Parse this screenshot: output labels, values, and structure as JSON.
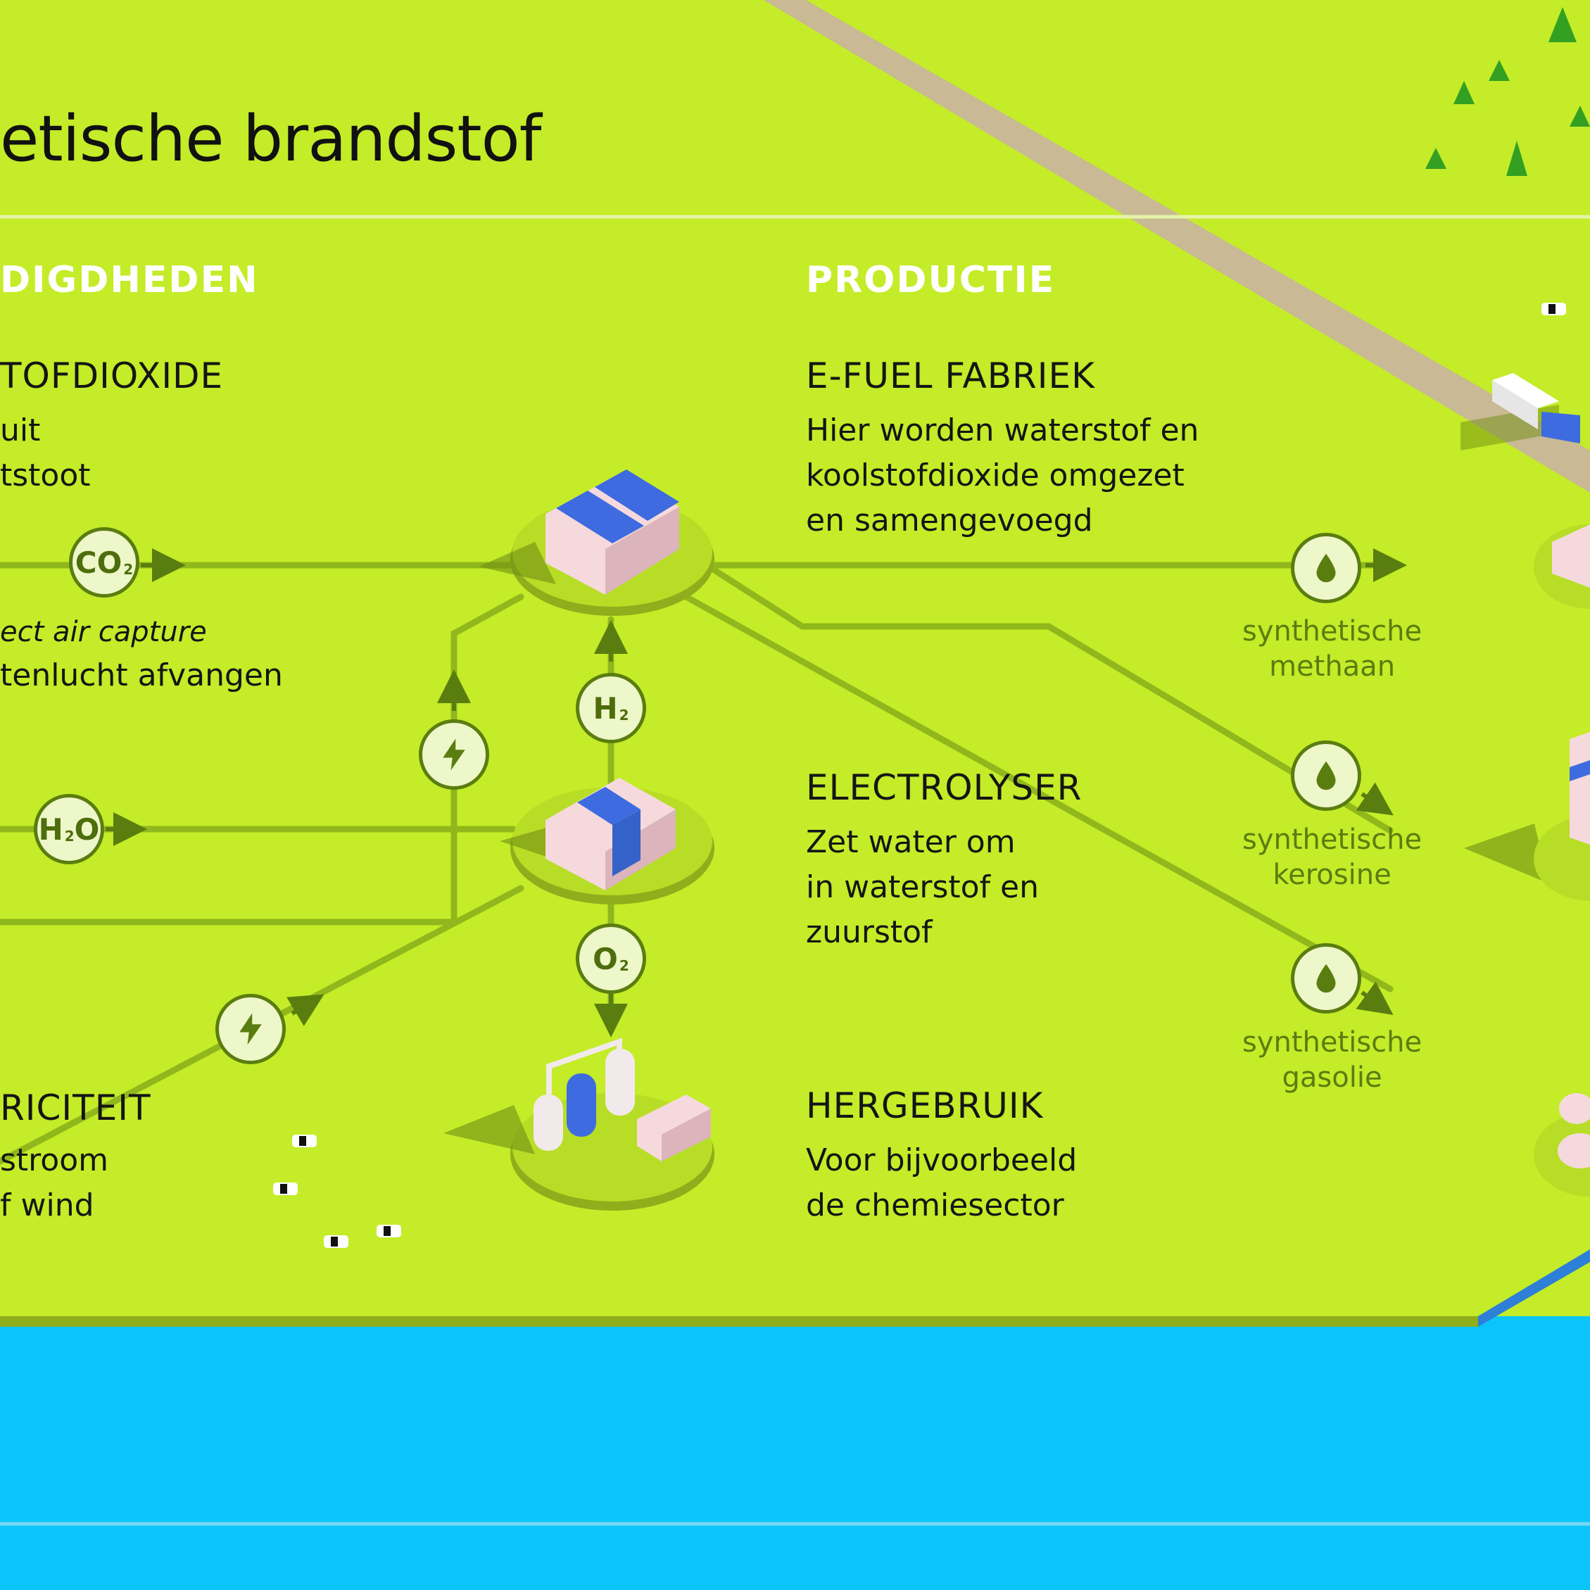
{
  "header": {
    "title": "etische brandstof"
  },
  "sections": {
    "left": "DIGDHEDEN",
    "right": "PRODUCTIE"
  },
  "left_column": {
    "co2": {
      "heading": "TOFDIOXIDE",
      "lines": [
        "uit",
        "tstoot"
      ]
    },
    "dac": {
      "italic": "ect air capture",
      "line": "tenlucht afvangen"
    },
    "electricity": {
      "heading": "RICITEIT",
      "lines": [
        "stroom",
        "f wind"
      ]
    }
  },
  "right_column": {
    "efuel": {
      "heading": "E-FUEL FABRIEK",
      "body": "Hier worden waterstof en\nkoolstofdioxide omgezet\nen samengevoegd"
    },
    "electrolyser": {
      "heading": "ELECTROLYSER",
      "body": "Zet water om\nin waterstof en\nzuurstof"
    },
    "reuse": {
      "heading": "HERGEBRUIK",
      "body": "Voor bijvoorbeeld\nde chemiesector"
    }
  },
  "badges": {
    "co2": {
      "main": "CO",
      "sub": "2",
      "icon": "co2-molecule"
    },
    "h2o": {
      "main": "H",
      "mid": "O",
      "sub": "2",
      "icon": "h2o-molecule"
    },
    "h2": {
      "main": "H",
      "sub": "2",
      "icon": "h2-molecule"
    },
    "o2": {
      "main": "O",
      "sub": "2",
      "icon": "o2-molecule"
    },
    "power_upper": {
      "icon": "lightning-icon"
    },
    "power_lower": {
      "icon": "lightning-icon"
    }
  },
  "fuels": {
    "methaan": {
      "label": "synthetische\nmethaan",
      "icon": "drop-icon"
    },
    "kerosine": {
      "label": "synthetische\nkerosine",
      "icon": "drop-icon"
    },
    "gasolie": {
      "label": "synthetische\ngasolie",
      "icon": "drop-icon"
    }
  },
  "colors": {
    "land": "#c4ec28",
    "land_edge": "#8fae1c",
    "line": "#90b81c",
    "badge_border": "#5a7d10",
    "badge_fill": "#eef7c9",
    "water": "#0bc5fa",
    "road": "#c9b994",
    "roof_blue": "#3e6be0",
    "wall_pink": "#f6d9dd"
  }
}
